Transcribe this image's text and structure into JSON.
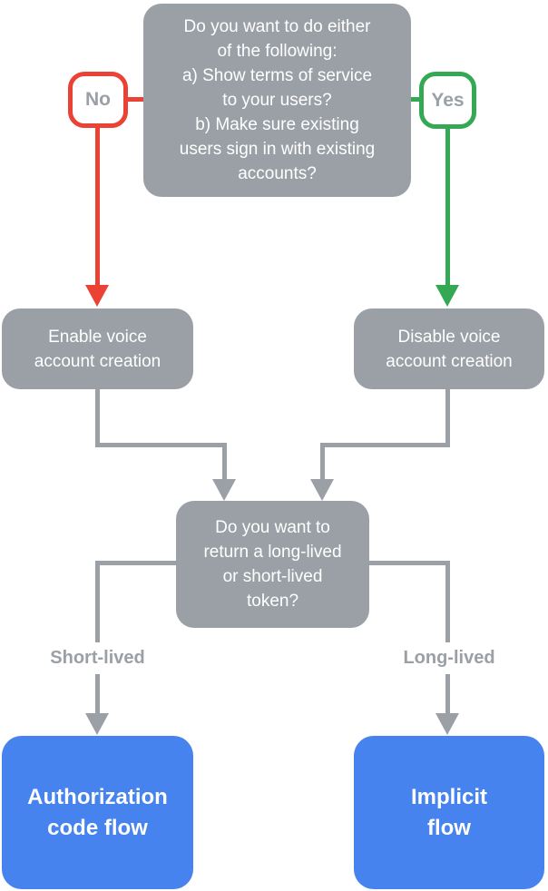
{
  "colors": {
    "gray": "#9AA0A6",
    "red": "#EA4335",
    "green": "#34A853",
    "blue": "#4683EE"
  },
  "flowchart": {
    "top_question": "Do you want to do either\nof the following:\na) Show terms of service\nto your users?\nb) Make sure existing\nusers sign in with existing\naccounts?",
    "no_label": "No",
    "yes_label": "Yes",
    "enable_node": "Enable voice\naccount creation",
    "disable_node": "Disable voice\naccount creation",
    "token_question": "Do you want to\nreturn a long-lived\nor short-lived\ntoken?",
    "short_lived_label": "Short-lived",
    "long_lived_label": "Long-lived",
    "authorization_node": "Authorization\ncode flow",
    "implicit_node": "Implicit\nflow"
  }
}
